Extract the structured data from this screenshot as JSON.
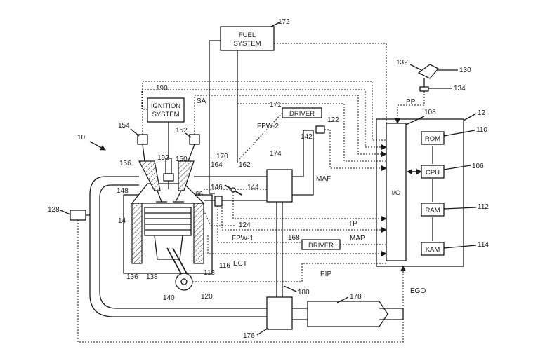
{
  "blocks": {
    "fuel_system": [
      "FUEL",
      "SYSTEM"
    ],
    "ignition_system": [
      "IGNITION",
      "SYSTEM"
    ],
    "driver_top": "DRIVER",
    "driver_bottom": "DRIVER",
    "io": "I/O",
    "rom": "ROM",
    "cpu": "CPU",
    "ram": "RAM",
    "kam": "KAM"
  },
  "signals": {
    "sa": "SA",
    "fpw2": "FPW-2",
    "fpw1": "FPW-1",
    "maf": "MAF",
    "tp": "TP",
    "map": "MAP",
    "ect": "ECT",
    "pip": "PIP",
    "ego": "EGO",
    "pp": "PP"
  },
  "refs": {
    "r10": "10",
    "r12": "12",
    "r14": "14",
    "r106": "106",
    "r108": "108",
    "r110": "110",
    "r112": "112",
    "r114": "114",
    "r116": "116",
    "r118": "118",
    "r120": "120",
    "r122": "122",
    "r124": "124",
    "r128": "128",
    "r130": "130",
    "r132": "132",
    "r134": "134",
    "r136": "136",
    "r138": "138",
    "r140": "140",
    "r142": "142",
    "r144": "144",
    "r146": "146",
    "r148": "148",
    "r150": "150",
    "r152": "152",
    "r154": "154",
    "r156": "156",
    "r162": "162",
    "r164": "164",
    "r166": "66",
    "r168": "168",
    "r170": "170",
    "r171": "171",
    "r172": "172",
    "r174": "174",
    "r176": "176",
    "r178": "178",
    "r180": "180",
    "r190": "190",
    "r192": "192"
  }
}
